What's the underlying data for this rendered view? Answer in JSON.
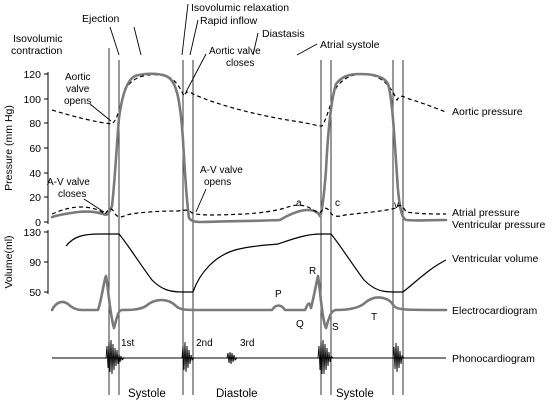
{
  "phases_top": {
    "ejection": "Ejection",
    "isovolumic_relaxation": "Isovolumic relaxation",
    "rapid_inflow": "Rapid inflow",
    "isovolumic_contraction_1": "Isovolumic",
    "isovolumic_contraction_2": "contraction",
    "diastasis": "Diastasis",
    "atrial_systole": "Atrial systole"
  },
  "annotations": {
    "aortic_valve_closes_1": "Aortic valve",
    "aortic_valve_closes_2": "closes",
    "aortic_valve_opens_1": "Aortic",
    "aortic_valve_opens_2": "valve",
    "aortic_valve_opens_3": "opens",
    "av_valve_opens_1": "A-V valve",
    "av_valve_opens_2": "opens",
    "av_valve_closes_1": "A-V valve",
    "av_valve_closes_2": "closes",
    "wave_a": "a",
    "wave_c": "c",
    "wave_v": "v",
    "ecg_p": "P",
    "ecg_q": "Q",
    "ecg_r": "R",
    "ecg_s": "S",
    "ecg_t": "T",
    "heart_sound_1": "1st",
    "heart_sound_2": "2nd",
    "heart_sound_3": "3rd"
  },
  "curve_labels": {
    "aortic_pressure": "Aortic pressure",
    "atrial_pressure": "Atrial pressure",
    "ventricular_pressure": "Ventricular pressure",
    "ventricular_volume": "Ventricular volume",
    "electrocardiogram": "Electrocardiogram",
    "phonocardiogram": "Phonocardiogram"
  },
  "axes": {
    "pressure_label": "Pressure (mm Hg)",
    "pressure_ticks": [
      "120",
      "100",
      "80",
      "60",
      "40",
      "20",
      "0"
    ],
    "volume_label": "Volume(ml)",
    "volume_ticks": [
      "130",
      "90",
      "50"
    ]
  },
  "phases_bottom": {
    "systole_1": "Systole",
    "diastole": "Diastole",
    "systole_2": "Systole"
  },
  "colors": {
    "ventricular_pressure": "#7a7a7a",
    "ecg": "#7a7a7a",
    "ink": "#000000"
  }
}
